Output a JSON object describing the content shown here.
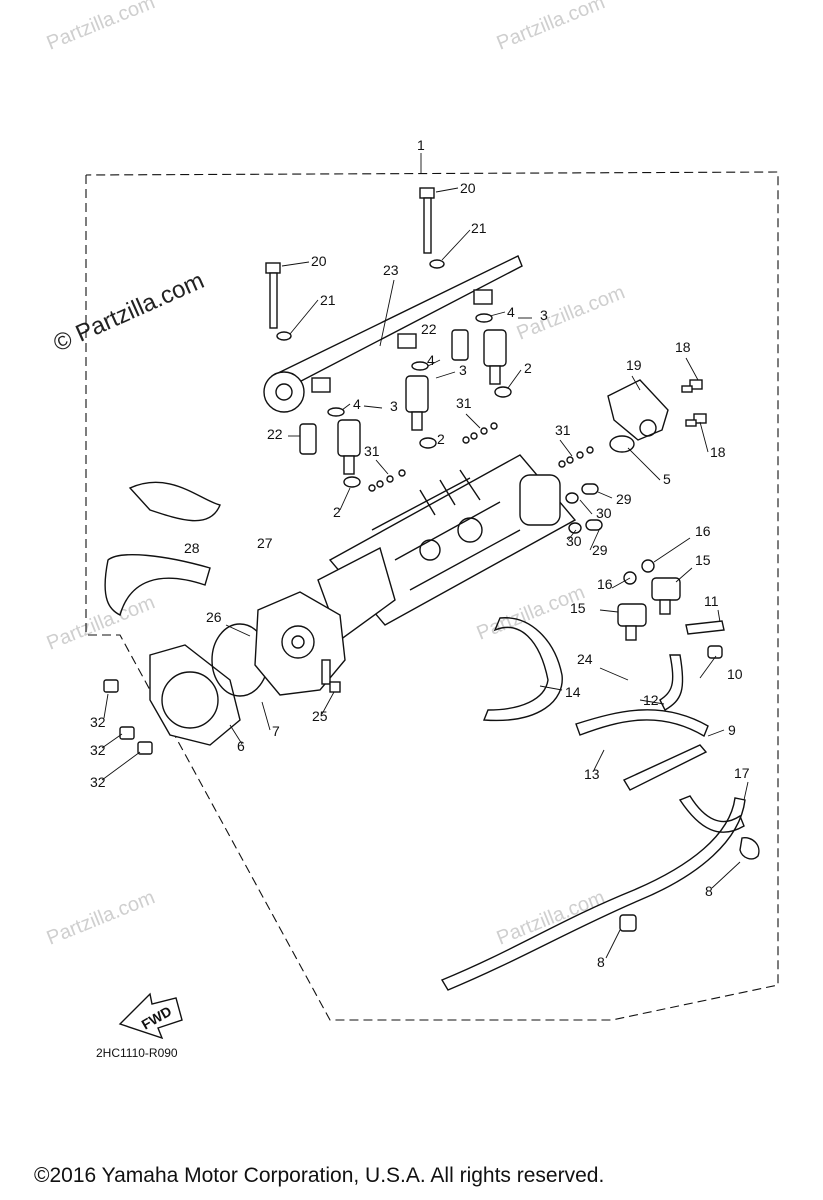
{
  "watermark": {
    "brand": "Partzilla.com",
    "large_text": "© Partzilla.com"
  },
  "callouts": [
    {
      "id": "c1",
      "label": "1"
    },
    {
      "id": "c20a",
      "label": "20"
    },
    {
      "id": "c21a",
      "label": "21"
    },
    {
      "id": "c20b",
      "label": "20"
    },
    {
      "id": "c23",
      "label": "23"
    },
    {
      "id": "c21b",
      "label": "21"
    },
    {
      "id": "c4a",
      "label": "4"
    },
    {
      "id": "c3a",
      "label": "3"
    },
    {
      "id": "c22a",
      "label": "22"
    },
    {
      "id": "c4b",
      "label": "4"
    },
    {
      "id": "c3b",
      "label": "3"
    },
    {
      "id": "c2a",
      "label": "2"
    },
    {
      "id": "c4c",
      "label": "4"
    },
    {
      "id": "c3c",
      "label": "3"
    },
    {
      "id": "c18a",
      "label": "18"
    },
    {
      "id": "c19",
      "label": "19"
    },
    {
      "id": "c22b",
      "label": "22"
    },
    {
      "id": "c31a",
      "label": "31"
    },
    {
      "id": "c2b",
      "label": "2"
    },
    {
      "id": "c18b",
      "label": "18"
    },
    {
      "id": "c31b",
      "label": "31"
    },
    {
      "id": "c5",
      "label": "5"
    },
    {
      "id": "c31c",
      "label": "31"
    },
    {
      "id": "c2c",
      "label": "2"
    },
    {
      "id": "c29a",
      "label": "29"
    },
    {
      "id": "c30a",
      "label": "30"
    },
    {
      "id": "c28",
      "label": "28"
    },
    {
      "id": "c27",
      "label": "27"
    },
    {
      "id": "c30b",
      "label": "30"
    },
    {
      "id": "c29b",
      "label": "29"
    },
    {
      "id": "c16a",
      "label": "16"
    },
    {
      "id": "c15a",
      "label": "15"
    },
    {
      "id": "c16b",
      "label": "16"
    },
    {
      "id": "c26",
      "label": "26"
    },
    {
      "id": "c15b",
      "label": "15"
    },
    {
      "id": "c11",
      "label": "11"
    },
    {
      "id": "c24",
      "label": "24"
    },
    {
      "id": "c10",
      "label": "10"
    },
    {
      "id": "c32a",
      "label": "32"
    },
    {
      "id": "c12",
      "label": "12"
    },
    {
      "id": "c14",
      "label": "14"
    },
    {
      "id": "c25",
      "label": "25"
    },
    {
      "id": "c7",
      "label": "7"
    },
    {
      "id": "c32b",
      "label": "32"
    },
    {
      "id": "c6",
      "label": "6"
    },
    {
      "id": "c9",
      "label": "9"
    },
    {
      "id": "c13",
      "label": "13"
    },
    {
      "id": "c32c",
      "label": "32"
    },
    {
      "id": "c17",
      "label": "17"
    },
    {
      "id": "c8a",
      "label": "8"
    },
    {
      "id": "c8b",
      "label": "8"
    }
  ],
  "fwd_arrow": {
    "label": "FWD"
  },
  "diagram_code": "2HC1110-R090",
  "copyright": "©2016  Yamaha Motor Corporation, U.S.A. All rights reserved."
}
